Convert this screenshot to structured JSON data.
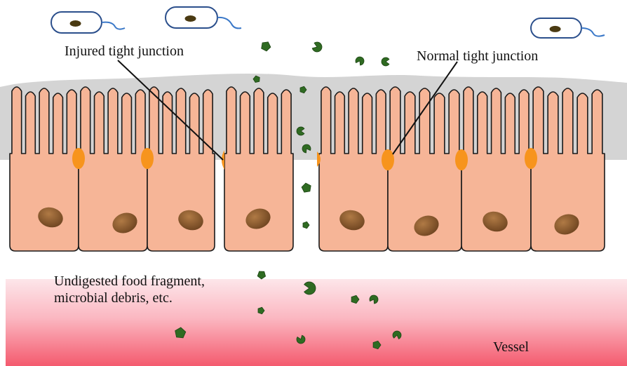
{
  "labels": {
    "injured_tight_junction": "Injured tight junction",
    "normal_tight_junction": "Normal tight junction",
    "food_fragment_line1": "Undigested food fragment,",
    "food_fragment_line2": "microbial debris, etc.",
    "vessel": "Vessel"
  },
  "colors": {
    "cell_fill": "#f6b597",
    "cell_stroke": "#1a1a1a",
    "junction_orange": "#f7941d",
    "nucleus": "#8c5a2b",
    "mucus_gray": "#d4d4d4",
    "vessel_top": "#fde4e8",
    "vessel_bottom": "#f45a6e",
    "debris_green": "#2f6b22",
    "bacteria_stroke": "#2b4f8c"
  },
  "icons": [
    "bacterium-icon",
    "debris-particle-icon"
  ]
}
